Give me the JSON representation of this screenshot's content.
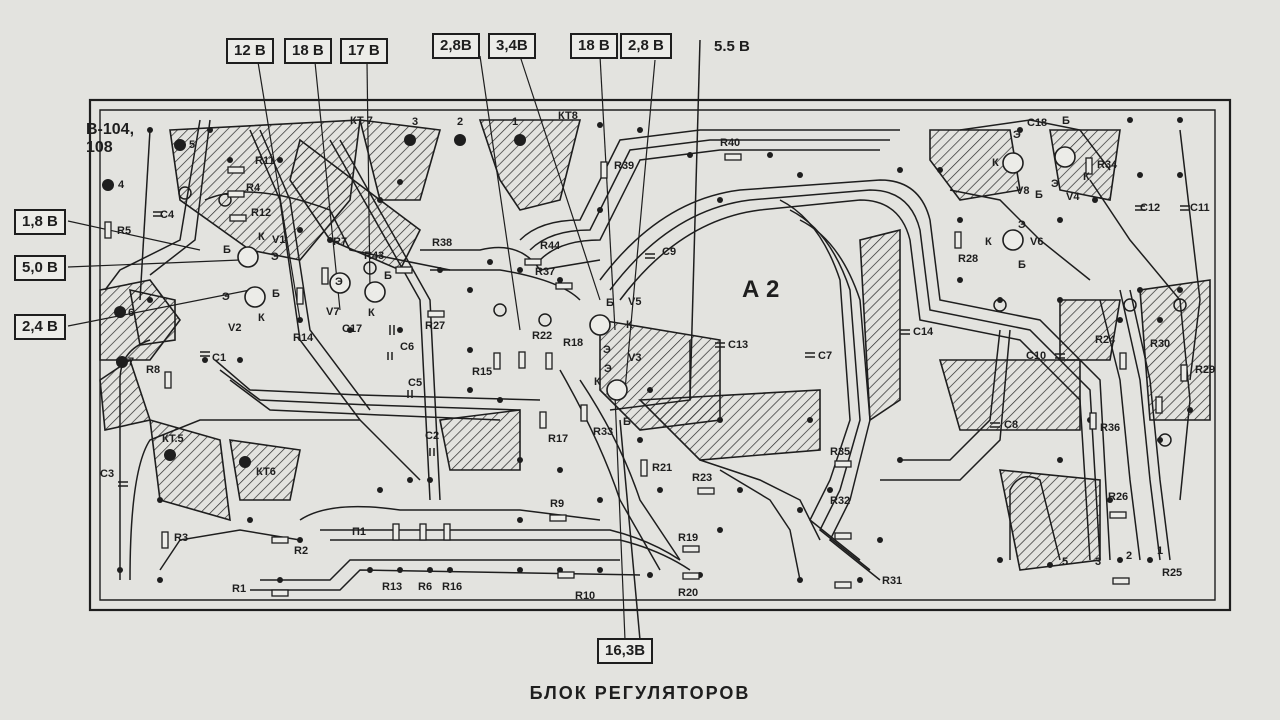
{
  "title": "БЛОК РЕГУЛЯТОРОВ",
  "board": {
    "id_line1": "В-104,",
    "id_line2": "108",
    "area_label": "А 2"
  },
  "voltage_labels": [
    "12 В",
    "18 В",
    "17 В",
    "2,8В",
    "3,4В",
    "18 В",
    "2,8 В",
    "5.5 В",
    "1,8 В",
    "5,0 В",
    "2,4 В",
    "16,3В"
  ],
  "test_points": [
    "КТ 7",
    "КТ8",
    "КТ.5",
    "КТ6"
  ],
  "contacts": [
    "5",
    "4",
    "6",
    "7",
    "3",
    "2",
    "1"
  ],
  "transistors": [
    "V1",
    "V2",
    "V7",
    "V5",
    "V3",
    "V8",
    "V4",
    "V6"
  ],
  "capacitors": [
    "C4",
    "C1",
    "C17",
    "C6",
    "C5",
    "C2",
    "C3",
    "C9",
    "C13",
    "C7",
    "C14",
    "C10",
    "C8",
    "C18",
    "C12",
    "C11"
  ],
  "resistors": [
    "R11",
    "R4",
    "R12",
    "R5",
    "R7",
    "R43",
    "R38",
    "R44",
    "R37",
    "R39",
    "R40",
    "R27",
    "R14",
    "R22",
    "R18",
    "R15",
    "R8",
    "R17",
    "R33",
    "R21",
    "R23",
    "R9",
    "R2",
    "R3",
    "R1",
    "R13",
    "R6",
    "R16",
    "R10",
    "R19",
    "R20",
    "R35",
    "R32",
    "R31",
    "R34",
    "R28",
    "R24",
    "R30",
    "R36",
    "R29",
    "R26",
    "R25"
  ],
  "pins": [
    "Б",
    "К",
    "Э"
  ],
  "other": [
    "П1"
  ],
  "colors": {
    "paper": "#e3e3df",
    "ink": "#1e1e1e"
  }
}
